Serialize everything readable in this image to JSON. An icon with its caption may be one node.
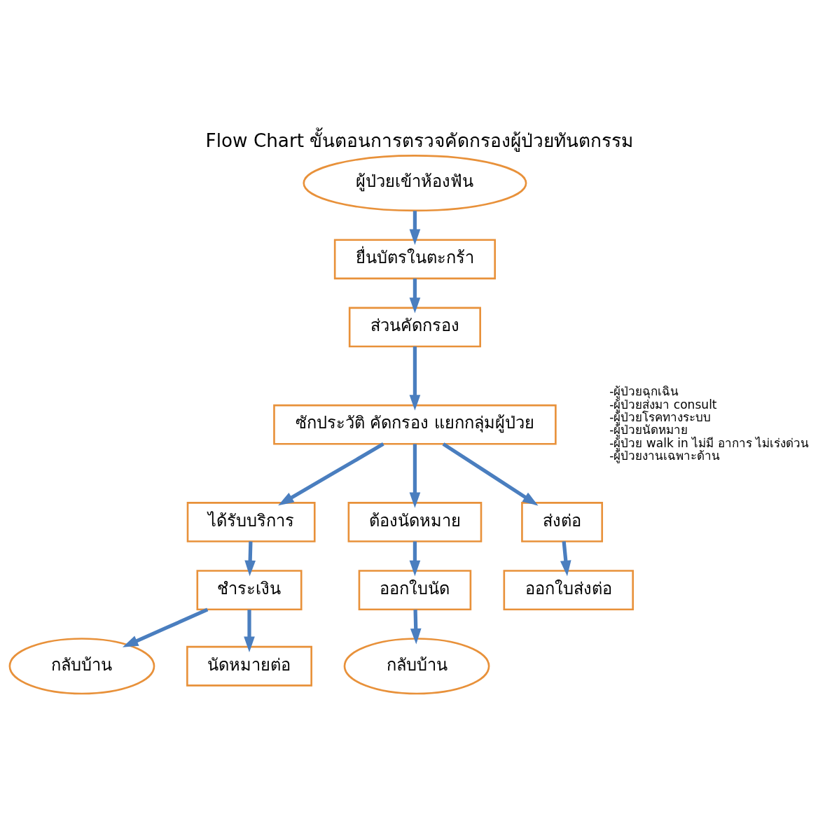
{
  "diagram": {
    "title": "Flow Chart ขั้นตอนการตรวจคัดกรองผู้ป่วยทันตกรรม",
    "nodes": [
      {
        "text": [
          "ผู้ป่วยเข้าห้องฟัน"
        ]
      },
      {
        "text": [
          "ยื่นบัตรในตะกร้า"
        ]
      },
      {
        "text": [
          "ส่วนคัดกรอง"
        ]
      },
      {
        "text": [
          "ซักประวัติ คัดกรอง แยกกลุ่มผู้ป่วย"
        ]
      },
      {
        "text": [
          "ได้รับบริการ"
        ]
      },
      {
        "text": [
          "ต้องนัดหมาย"
        ]
      },
      {
        "text": [
          "ส่งต่อ"
        ]
      },
      {
        "text": [
          "ชำระเงิน"
        ]
      },
      {
        "text": [
          "ออกใบนัด"
        ]
      },
      {
        "text": [
          "ออกใบส่งต่อ"
        ]
      },
      {
        "text": [
          "กลับบ้าน"
        ]
      },
      {
        "text": [
          "นัดหมายต่อ"
        ]
      },
      {
        "text": [
          "กลับบ้าน"
        ]
      }
    ],
    "edges": [
      {
        "from": 0,
        "to": 1,
        "arrow": "to"
      },
      {
        "from": 1,
        "to": 2,
        "arrow": "to"
      },
      {
        "from": 2,
        "to": 3,
        "arrow": "to"
      },
      {
        "from": 3,
        "to": 4,
        "arrow": "to"
      },
      {
        "from": 3,
        "to": 5,
        "arrow": "to"
      },
      {
        "from": 3,
        "to": 6,
        "arrow": "to"
      },
      {
        "from": 4,
        "to": 7,
        "arrow": "to"
      },
      {
        "from": 5,
        "to": 8,
        "arrow": "to"
      },
      {
        "from": 6,
        "to": 9,
        "arrow": "to"
      },
      {
        "from": 7,
        "to": 10,
        "arrow": "to"
      },
      {
        "from": 7,
        "to": 11,
        "arrow": "to"
      },
      {
        "from": 8,
        "to": 12,
        "arrow": "to"
      }
    ],
    "labels": [
      "-ผู้ป่วยฉุกเฉิน",
      "-ผู้ป่วยส่งมา consult",
      "-ผู้ป่วยโรคทางระบบ",
      "-ผู้ป่วยนัดหมาย",
      "-ผู้ป่วย walk in ไม่มี อาการ ไม่เร่งด่วน",
      "-ผู้ป่วยงานเฉพาะด้าน"
    ]
  }
}
